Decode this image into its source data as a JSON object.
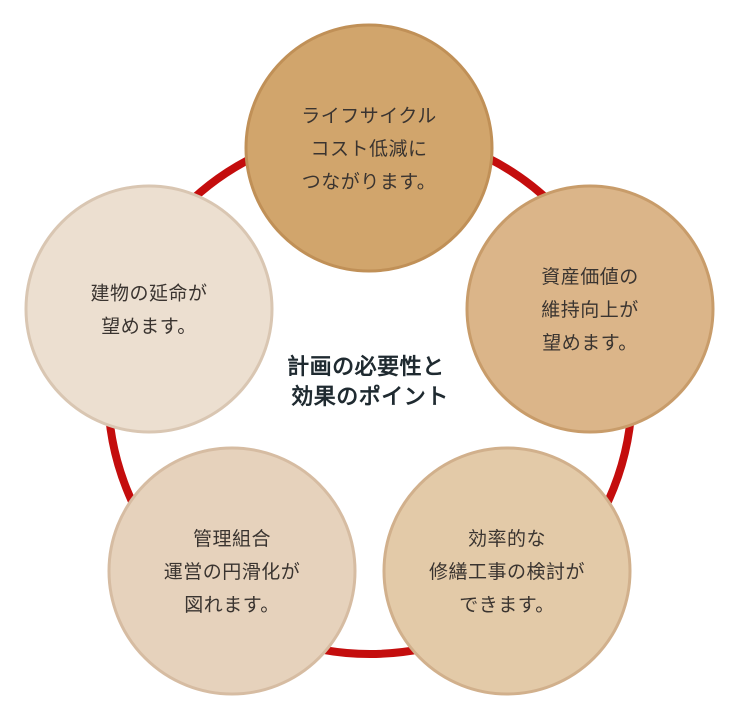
{
  "ring_color": "#c40d0d",
  "center": {
    "lines": [
      "計画の必要性と",
      "効果のポイント"
    ]
  },
  "nodes": [
    {
      "id": "lifecycle-cost",
      "lines": [
        "ライフサイクル",
        "コスト低減に",
        "つながります。"
      ],
      "fill": "#d1a56c",
      "stroke": "#c09057"
    },
    {
      "id": "asset-value",
      "lines": [
        "資産価値の",
        "維持向上が",
        "望めます。"
      ],
      "fill": "#dbb589",
      "stroke": "#c89c6a"
    },
    {
      "id": "efficient-repair",
      "lines": [
        "効率的な",
        "修繕工事の検討が",
        "できます。"
      ],
      "fill": "#e3caa8",
      "stroke": "#d1b08c"
    },
    {
      "id": "smooth-management",
      "lines": [
        "管理組合",
        "運営の円滑化が",
        "図れます。"
      ],
      "fill": "#e6d2bc",
      "stroke": "#d6bca2"
    },
    {
      "id": "building-life",
      "lines": [
        "建物の延命が",
        "望めます。"
      ],
      "fill": "#ecdfd0",
      "stroke": "#d9c6b2"
    }
  ]
}
